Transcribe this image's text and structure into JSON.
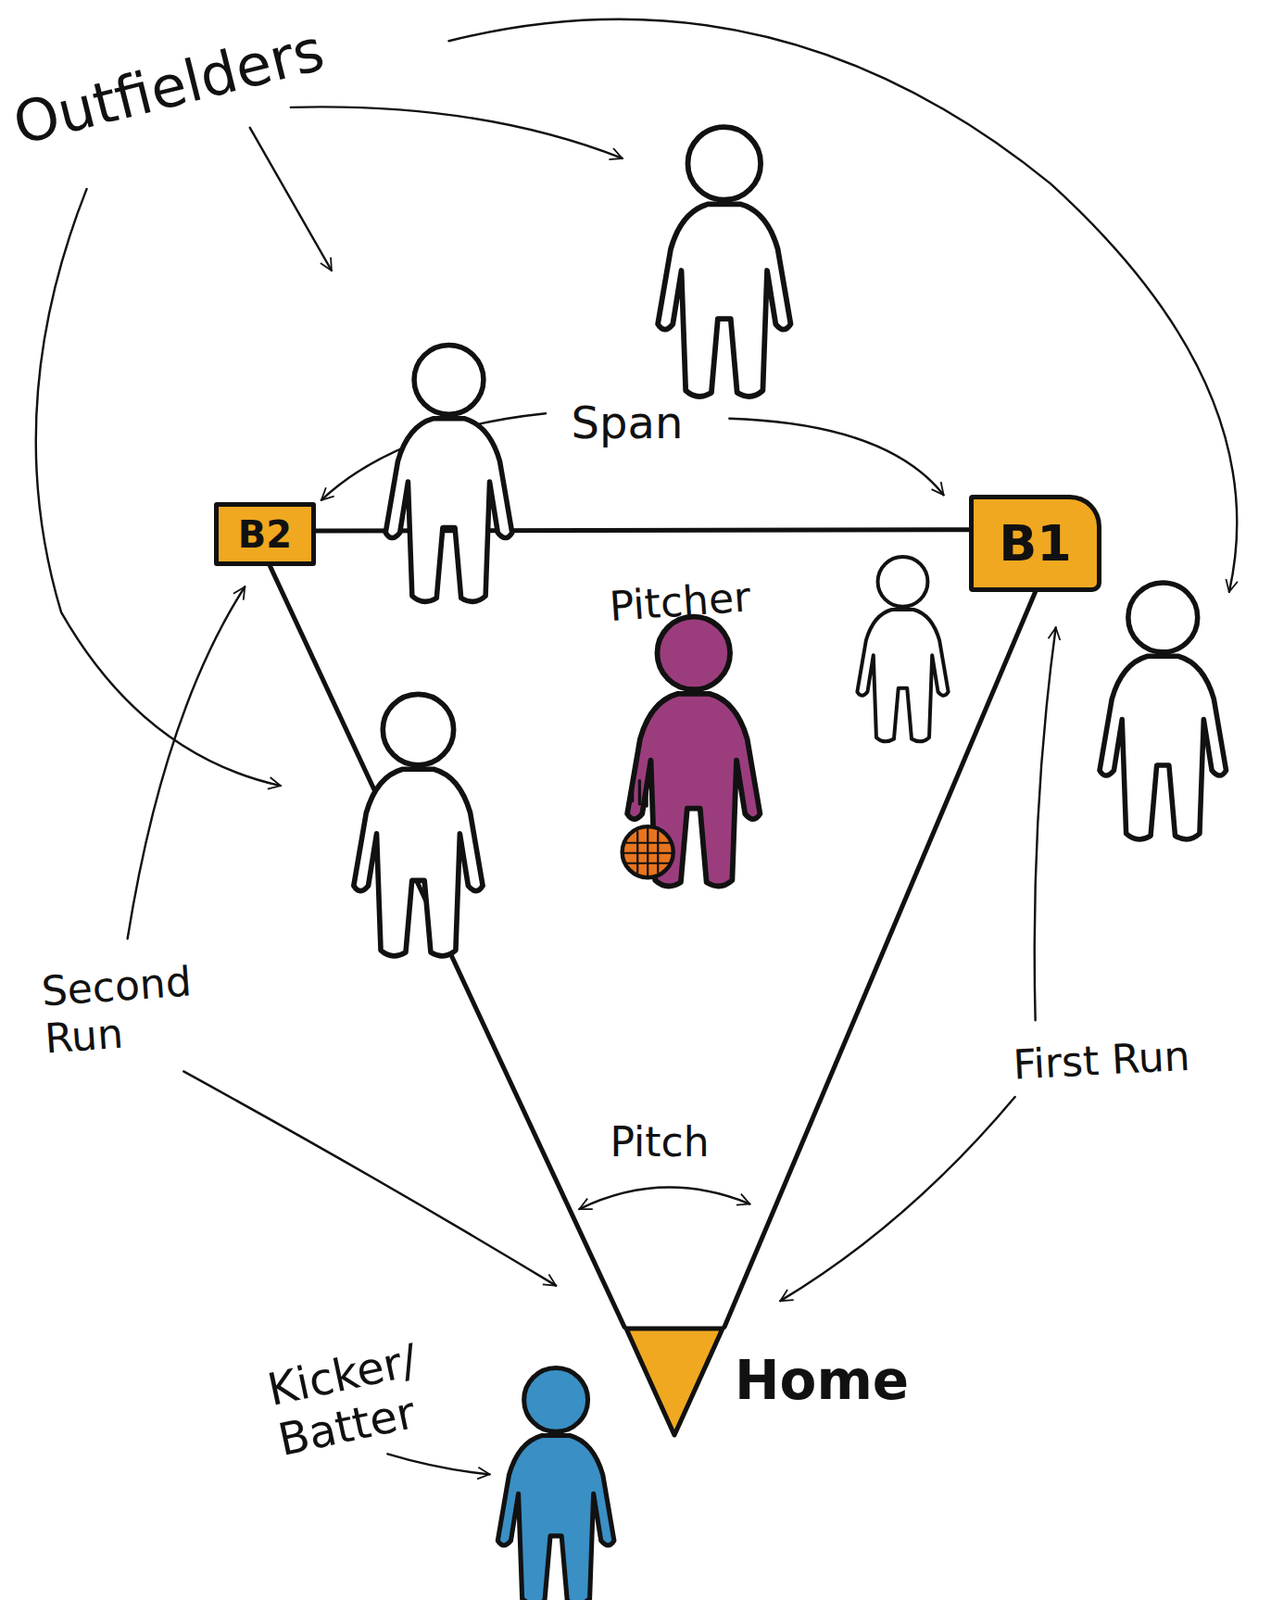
{
  "diagram": {
    "nodes": [
      {
        "text": [
          "B2"
        ]
      },
      {
        "text": [
          "B1"
        ]
      },
      {
        "text": [
          "Home"
        ]
      }
    ],
    "edges": [
      {
        "from": 0,
        "to": 1,
        "arrow": "none"
      },
      {
        "from": 1,
        "to": 2,
        "arrow": "none"
      },
      {
        "from": 0,
        "to": 2,
        "arrow": "none"
      }
    ],
    "labels": [
      "Outfielders",
      "Span",
      "Pitcher",
      "Second Run",
      "First Run",
      "Pitch",
      "Kicker/ Batter"
    ]
  }
}
